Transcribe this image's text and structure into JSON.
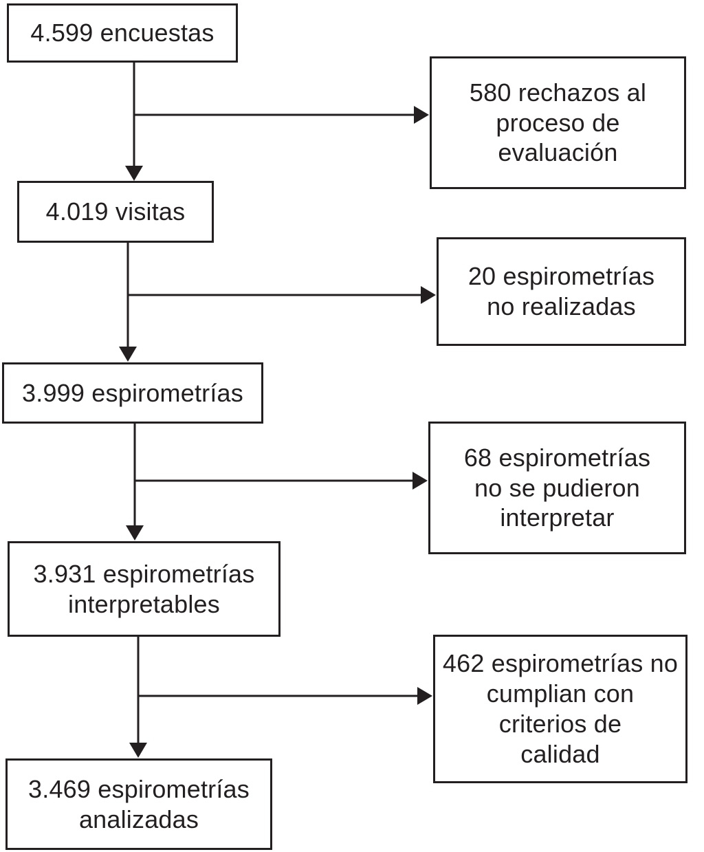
{
  "colors": {
    "background": "#ffffff",
    "line": "#231f20",
    "text": "#231f20"
  },
  "flow": {
    "main_boxes": [
      {
        "label": "4.599 encuestas",
        "value": 4599
      },
      {
        "label": "4.019 visitas",
        "value": 4019
      },
      {
        "label": "3.999 espirometrías",
        "value": 3999
      },
      {
        "label": "3.931 espirometrías\ninterpretables",
        "value": 3931
      },
      {
        "label": "3.469 espirometrías\nanalizadas",
        "value": 3469
      }
    ],
    "exclusion_boxes": [
      {
        "label": "580 rechazos al\nproceso de\nevaluación",
        "value": 580
      },
      {
        "label": "20 espirometrías\nno realizadas",
        "value": 20
      },
      {
        "label": "68 espirometrías\nno se pudieron\ninterpretar",
        "value": 68
      },
      {
        "label": "462 espirometrías no\ncumplian con\ncriterios de\ncalidad",
        "value": 462
      }
    ]
  }
}
